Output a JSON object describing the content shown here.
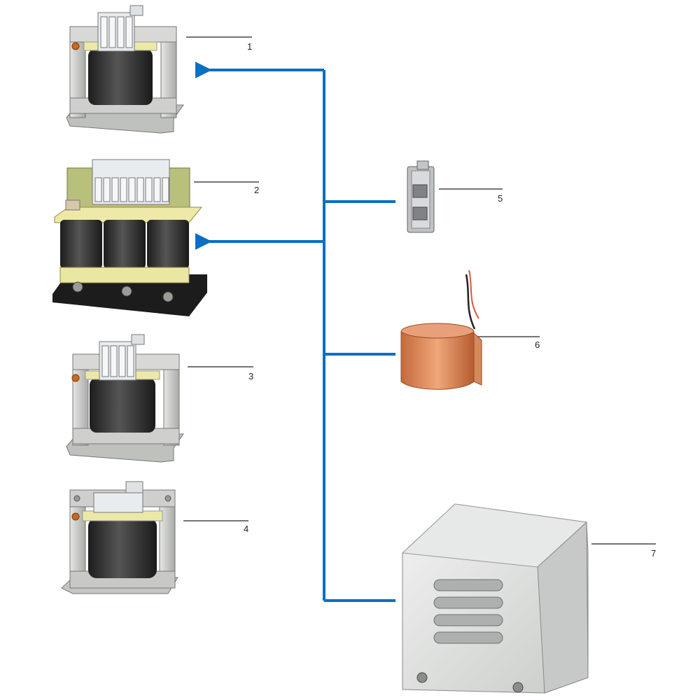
{
  "colors": {
    "connector": "#0b6fc2",
    "leader_line": "#222222",
    "metal_light": "#d4d6d3",
    "metal_dark": "#9a9c98",
    "winding_dark": "#2c2c2c",
    "insulation": "#ece9a6",
    "copper": "#d88a5c",
    "terminal": "#e9ecee"
  },
  "components": [
    {
      "callout": "1",
      "kind": "single-phase-control-transformer"
    },
    {
      "callout": "2",
      "kind": "three-phase-transformer"
    },
    {
      "callout": "3",
      "kind": "single-phase-control-transformer"
    },
    {
      "callout": "4",
      "kind": "single-phase-transformer-open-frame"
    },
    {
      "callout": "5",
      "kind": "din-rail-terminal-accessory"
    },
    {
      "callout": "6",
      "kind": "copper-shield-foil-with-wire"
    },
    {
      "callout": "7",
      "kind": "protective-enclosure-with-vents"
    }
  ]
}
